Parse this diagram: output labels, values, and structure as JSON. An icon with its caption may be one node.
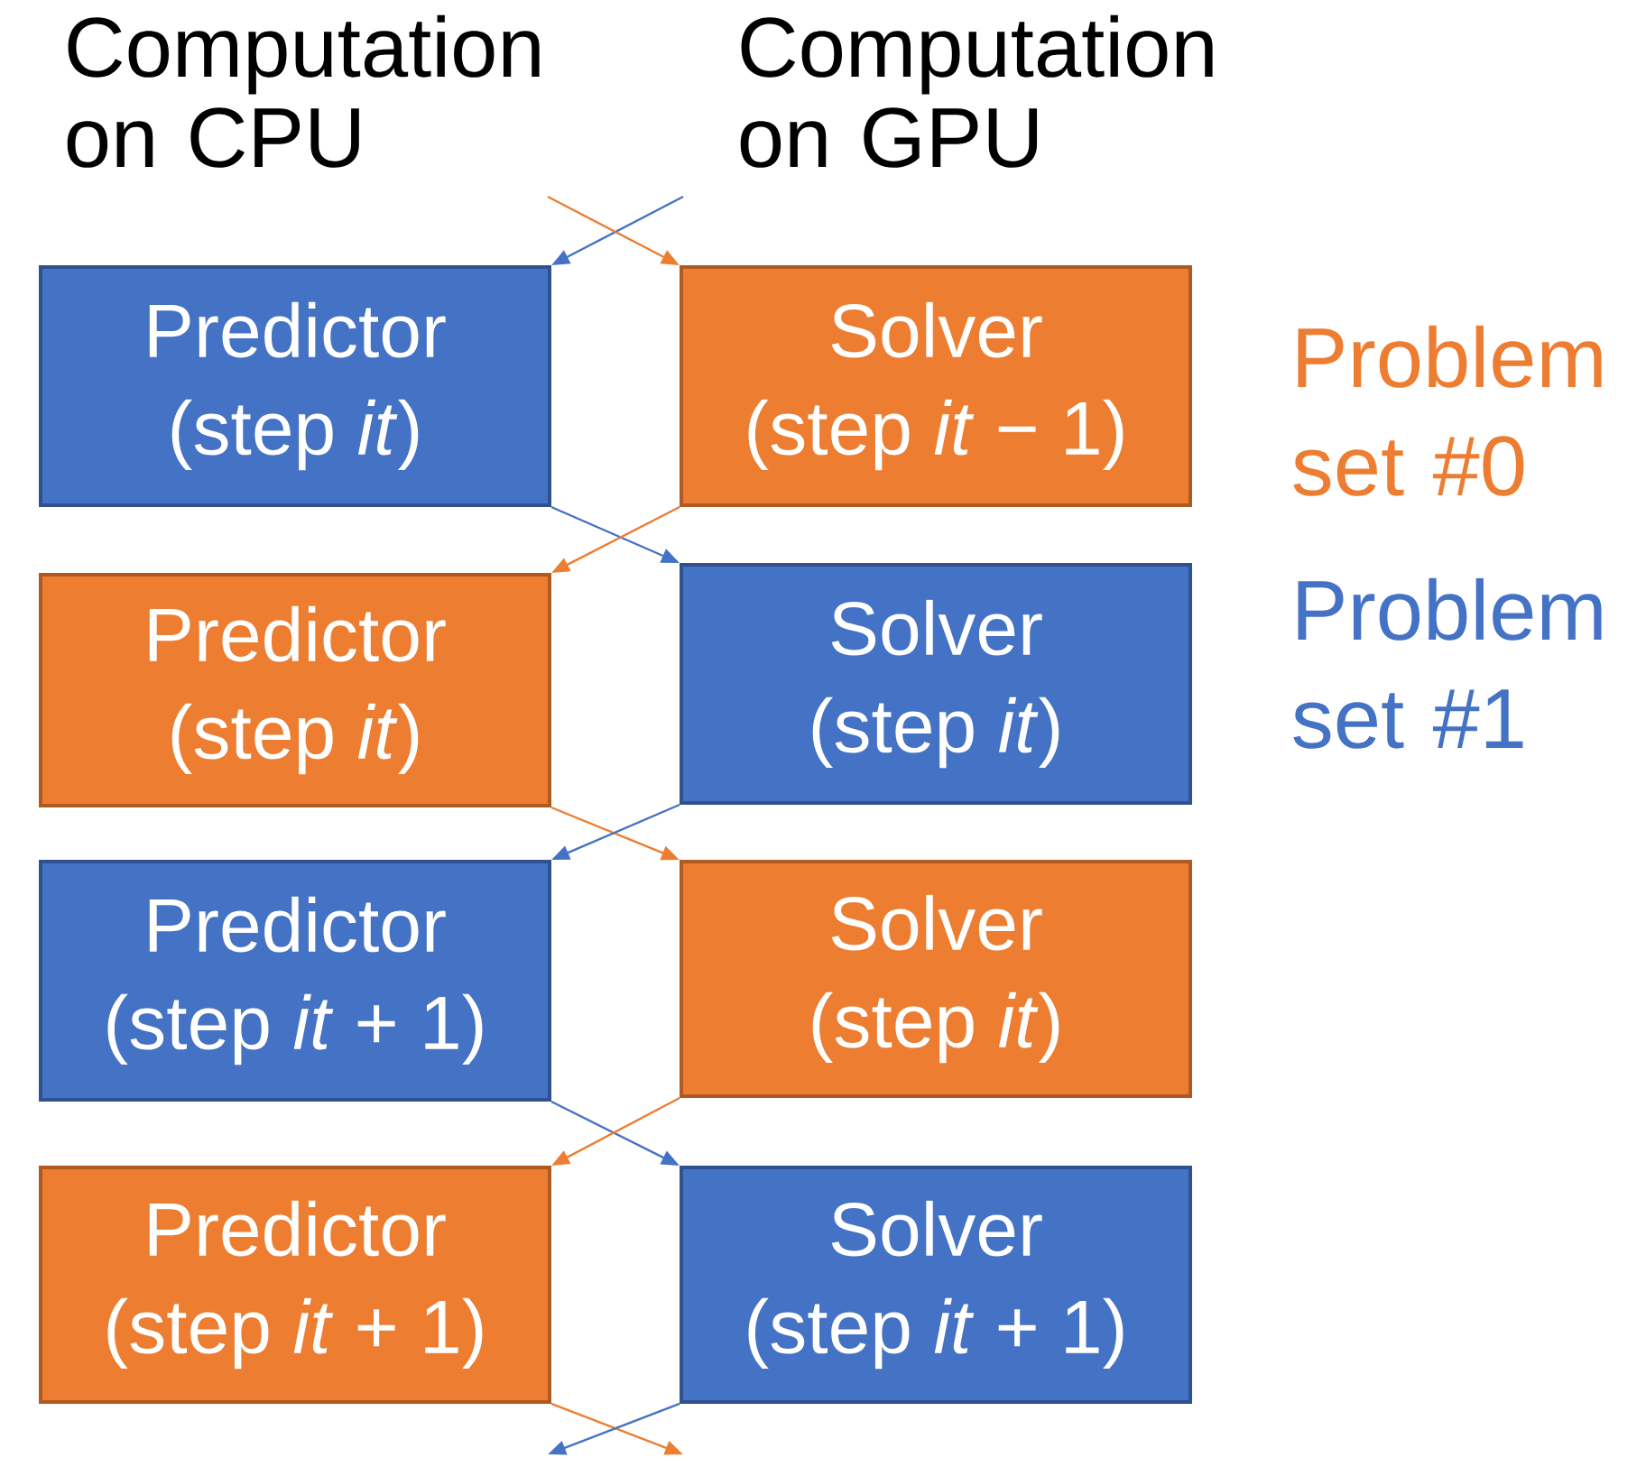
{
  "diagram": {
    "nodes": [
      {
        "text": [
          "Predictor",
          "(step *it*)"
        ]
      },
      {
        "text": [
          "Solver",
          "(step *it* − 1)"
        ]
      },
      {
        "text": [
          "Predictor",
          "(step *it*)"
        ]
      },
      {
        "text": [
          "Solver",
          "(step *it*)"
        ]
      },
      {
        "text": [
          "Predictor",
          "(step *it* + 1)"
        ]
      },
      {
        "text": [
          "Solver",
          "(step *it*)"
        ]
      },
      {
        "text": [
          "Predictor",
          "(step *it* + 1)"
        ]
      },
      {
        "text": [
          "Solver",
          "(step *it* + 1)"
        ]
      }
    ],
    "edges": [
      {
        "from": null,
        "to": 0,
        "arrow": "to",
        "color": "#4472c4"
      },
      {
        "from": null,
        "to": 1,
        "arrow": "to",
        "color": "#ed7d31"
      },
      {
        "from": 0,
        "to": 3,
        "arrow": "to",
        "color": "#4472c4"
      },
      {
        "from": 1,
        "to": 2,
        "arrow": "to",
        "color": "#ed7d31"
      },
      {
        "from": 2,
        "to": 5,
        "arrow": "to",
        "color": "#ed7d31"
      },
      {
        "from": 3,
        "to": 4,
        "arrow": "to",
        "color": "#4472c4"
      },
      {
        "from": 4,
        "to": 7,
        "arrow": "to",
        "color": "#4472c4"
      },
      {
        "from": 5,
        "to": 6,
        "arrow": "to",
        "color": "#ed7d31"
      },
      {
        "from": 6,
        "to": null,
        "arrow": "to",
        "color": "#ed7d31"
      },
      {
        "from": 7,
        "to": null,
        "arrow": "to",
        "color": "#4472c4"
      }
    ],
    "labels": [
      "Computation on CPU",
      "Computation on GPU"
    ],
    "legend": [
      {
        "text": "Problem set #0",
        "color": "#ed7d31"
      },
      {
        "text": "Problem set #1",
        "color": "#4472c4"
      }
    ]
  }
}
